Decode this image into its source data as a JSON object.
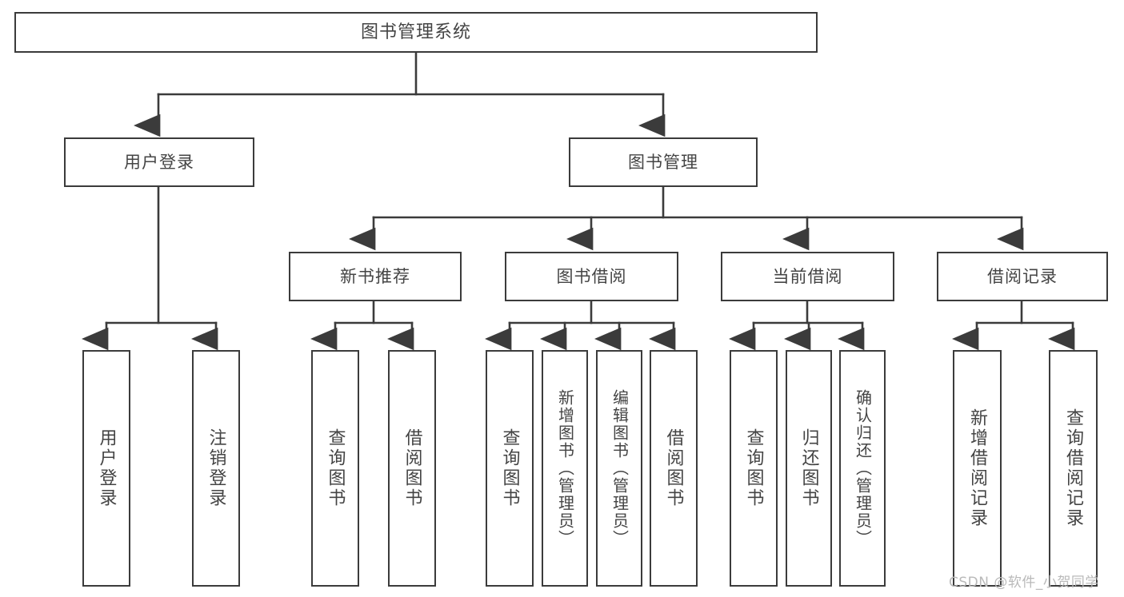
{
  "diagram": {
    "title": "图书管理系统",
    "type": "tree-hierarchy-chart",
    "watermark": "CSDN @软件_小贺同学",
    "colors": {
      "box_border": "#3b3b3b",
      "box_fill": "#ffffff",
      "edge": "#3b3b3b",
      "text": "#444444",
      "watermark": "#b9b9b9",
      "background": "#ffffff"
    },
    "nodes": {
      "root": {
        "label": "图书管理系统"
      },
      "level2": [
        {
          "id": "user-login",
          "label": "用户登录"
        },
        {
          "id": "book-manage",
          "label": "图书管理"
        }
      ],
      "level3": [
        {
          "id": "new-book-recommend",
          "label": "新书推荐"
        },
        {
          "id": "book-borrow",
          "label": "图书借阅"
        },
        {
          "id": "current-borrow",
          "label": "当前借阅"
        },
        {
          "id": "borrow-record",
          "label": "借阅记录"
        }
      ],
      "leaves": {
        "user_login": [
          {
            "id": "leaf-user-login",
            "label": "用户登录"
          },
          {
            "id": "leaf-user-logout",
            "label": "注销登录"
          }
        ],
        "new_book_recommend": [
          {
            "id": "leaf-query-book-1",
            "label": "查询图书"
          },
          {
            "id": "leaf-borrow-book-1",
            "label": "借阅图书"
          }
        ],
        "book_borrow": [
          {
            "id": "leaf-query-book-2",
            "label": "查询图书"
          },
          {
            "id": "leaf-add-book",
            "label": "新增图书（管理员）"
          },
          {
            "id": "leaf-edit-book",
            "label": "编辑图书（管理员）"
          },
          {
            "id": "leaf-borrow-book-2",
            "label": "借阅图书"
          }
        ],
        "current_borrow": [
          {
            "id": "leaf-query-book-3",
            "label": "查询图书"
          },
          {
            "id": "leaf-return-book",
            "label": "归还图书"
          },
          {
            "id": "leaf-confirm-return",
            "label": "确认归还（管理员）"
          }
        ],
        "borrow_record": [
          {
            "id": "leaf-add-record",
            "label": "新增借阅记录"
          },
          {
            "id": "leaf-query-record",
            "label": "查询借阅记录"
          }
        ]
      }
    }
  }
}
